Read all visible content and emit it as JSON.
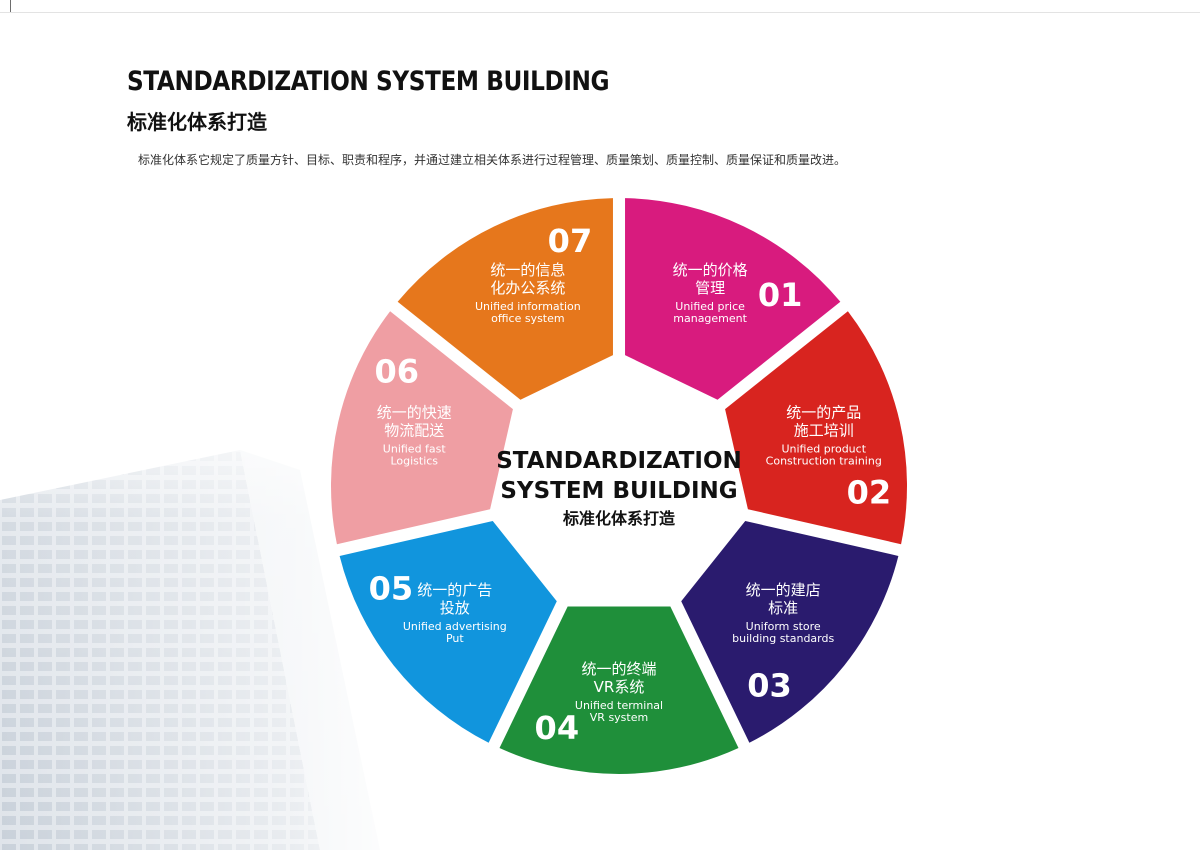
{
  "header": {
    "title_en": "STANDARDIZATION SYSTEM BUILDING",
    "title_cn": "标准化体系打造",
    "intro": "标准化体系它规定了质量方针、目标、职责和程序，并通过建立相关体系进行过程管理、质量策划、质量控制、质量保证和质量改进。"
  },
  "center": {
    "line1": "STANDARDIZATION",
    "line2": "SYSTEM BUILDING",
    "cn": "标准化体系打造"
  },
  "segments": [
    {
      "num": "01",
      "cn": [
        "统一的价格",
        "管理"
      ],
      "en": [
        "Unified price",
        "management"
      ],
      "color": "#d81b7e"
    },
    {
      "num": "02",
      "cn": [
        "统一的产品",
        "施工培训"
      ],
      "en": [
        "Unified product",
        "Construction training"
      ],
      "color": "#d8241f"
    },
    {
      "num": "03",
      "cn": [
        "统一的建店",
        "标准"
      ],
      "en": [
        "Uniform store",
        "building standards"
      ],
      "color": "#2a1b6e"
    },
    {
      "num": "04",
      "cn": [
        "统一的终端",
        "VR系统"
      ],
      "en": [
        "Unified terminal",
        "VR system"
      ],
      "color": "#1f8f3a"
    },
    {
      "num": "05",
      "cn": [
        "统一的广告",
        "投放"
      ],
      "en": [
        "Unified advertising",
        "Put"
      ],
      "color": "#1195dd"
    },
    {
      "num": "06",
      "cn": [
        "统一的快速",
        "物流配送"
      ],
      "en": [
        "Unified fast",
        "Logistics"
      ],
      "color": "#ef9ea3"
    },
    {
      "num": "07",
      "cn": [
        "统一的信息",
        "化办公系统"
      ],
      "en": [
        "Unified information",
        "office system"
      ],
      "color": "#e6771c"
    }
  ]
}
